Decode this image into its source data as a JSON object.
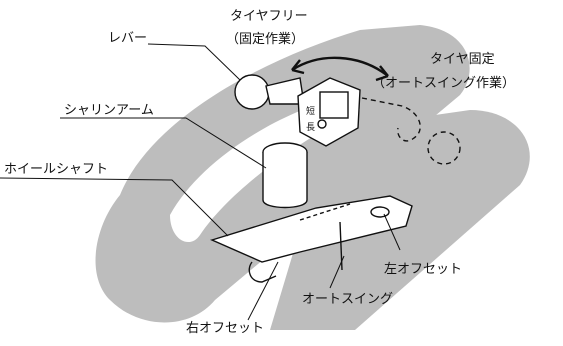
{
  "diagram": {
    "labels": {
      "lever": "レバー",
      "tire_free_line1": "タイヤフリー",
      "tire_free_line2": "（固定作業）",
      "tire_fixed_line1": "タイヤ固定",
      "tire_fixed_line2": "（オートスイング作業）",
      "shaft_arm": "シャリンアーム",
      "wheel_shaft": "ホイールシャフト",
      "left_offset": "左オフセット",
      "auto_swing": "オートスイング",
      "right_offset": "右オフセット",
      "mark_short": "短",
      "mark_long": "長"
    },
    "colors": {
      "watermark": "#bdbdbd",
      "line": "#111111"
    }
  }
}
